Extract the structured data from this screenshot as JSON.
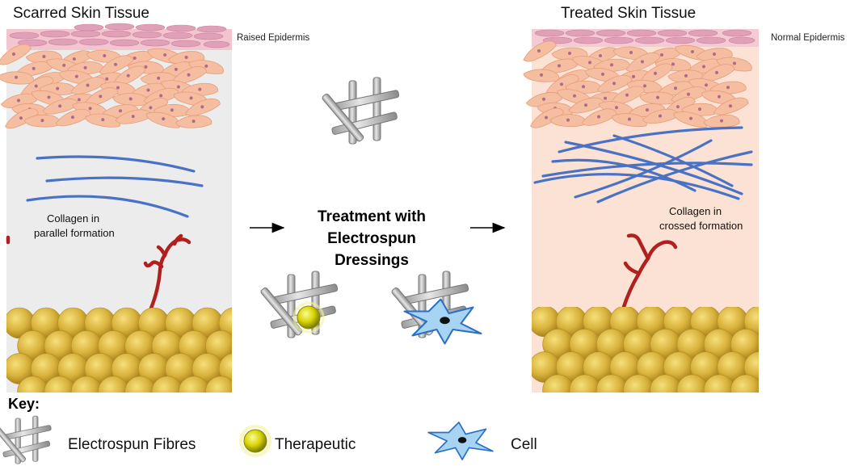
{
  "left_panel": {
    "title": "Scarred Skin Tissue",
    "epidermis_label": "Raised Epidermis",
    "collagen_label_line1": "Collagen in",
    "collagen_label_line2": "parallel formation"
  },
  "right_panel": {
    "title": "Treated Skin Tissue",
    "epidermis_label": "Normal Epidermis",
    "collagen_label_line1": "Collagen in",
    "collagen_label_line2": "crossed formation"
  },
  "center": {
    "line1": "Treatment  with",
    "line2": "Electrospun",
    "line3": "Dressings"
  },
  "key": {
    "heading": "Key:",
    "fibres": "Electrospun Fibres",
    "therapeutic": "Therapeutic",
    "cell": "Cell"
  },
  "colors": {
    "left_background": "#ececec",
    "right_background": "#fbe2d4",
    "epidermis_top": "#e0a0b8",
    "cell_fill": "#f6bea0",
    "collagen": "#4a72c4",
    "blood_vessel": "#b21f1f",
    "fat": "#d8b23c",
    "fibre": "#c9c9c9",
    "therapeutic": "#d8d400",
    "cell_glyph": "#a8d4f4"
  },
  "icons": {
    "fibres": "electrospun-fibres-icon",
    "therapeutic": "therapeutic-sphere-icon",
    "cell": "cell-icon",
    "arrow": "arrow-right-icon"
  }
}
